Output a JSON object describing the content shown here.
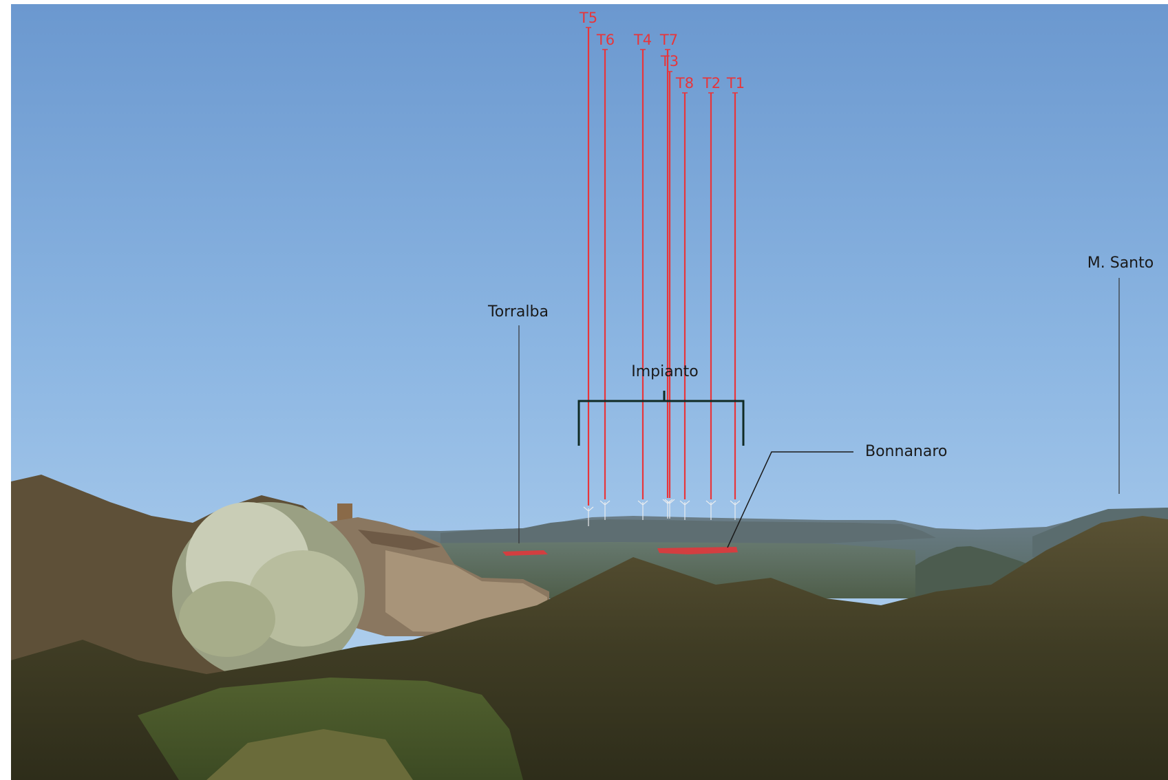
{
  "photo": {
    "description_free": true
  },
  "colors": {
    "annotation_red": "#e8353a",
    "label_dark": "#1a1a1a",
    "bracket": "#0f2a24"
  },
  "turbines": [
    {
      "id": "t5",
      "label": "T5"
    },
    {
      "id": "t6",
      "label": "T6"
    },
    {
      "id": "t4",
      "label": "T4"
    },
    {
      "id": "t7",
      "label": "T7"
    },
    {
      "id": "t3",
      "label": "T3"
    },
    {
      "id": "t8",
      "label": "T8"
    },
    {
      "id": "t2",
      "label": "T2"
    },
    {
      "id": "t1",
      "label": "T1"
    }
  ],
  "places": {
    "torralba": "Torralba",
    "impianto": "Impianto",
    "bonnanaro": "Bonnanaro",
    "m_santo": "M. Santo"
  }
}
